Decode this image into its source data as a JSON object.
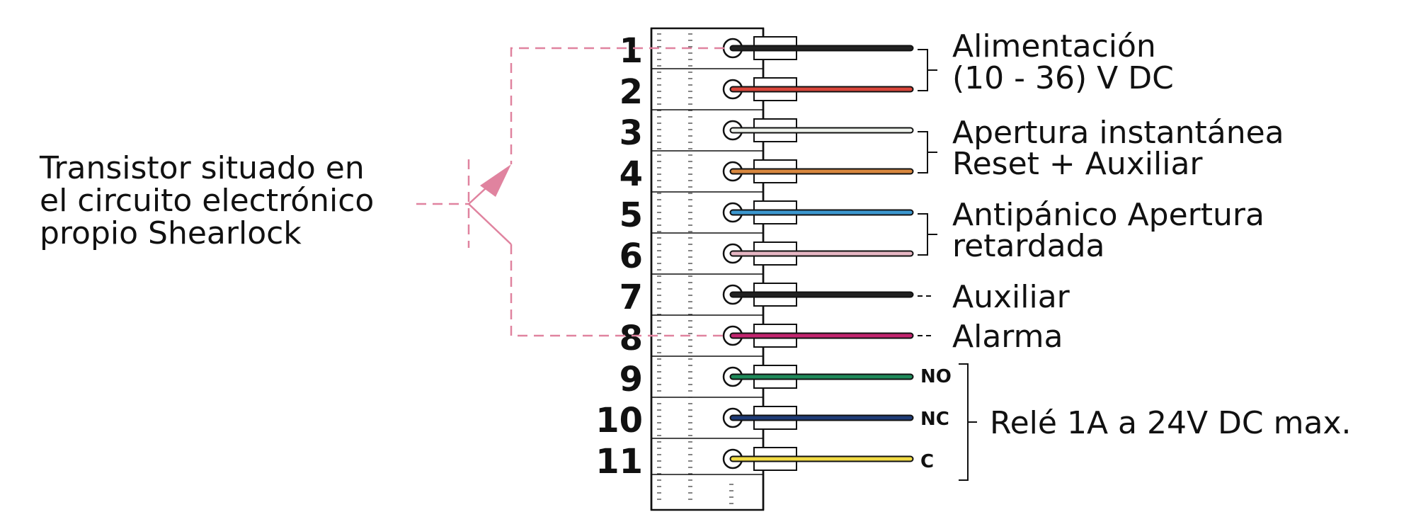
{
  "terminal_block": {
    "numbers": [
      "1",
      "2",
      "3",
      "4",
      "5",
      "6",
      "7",
      "8",
      "9",
      "10",
      "11"
    ],
    "wire_colors": [
      "#222222",
      "#d9463a",
      "#eef2ec",
      "#d8873e",
      "#3b97cf",
      "#e6b6c3",
      "#222222",
      "#c2246e",
      "#1f8a5a",
      "#1f3c77",
      "#f2dc45"
    ]
  },
  "transistor": {
    "label_lines": [
      "Transistor situado en",
      "el circuito electrónico",
      "propio Shearlock"
    ],
    "color": "#e0839f"
  },
  "groups": [
    {
      "lines": [
        "Alimentación",
        "(10 - 36) V DC"
      ]
    },
    {
      "lines": [
        "Apertura instantánea",
        "Reset + Auxiliar"
      ]
    },
    {
      "lines": [
        "Antipánico Apertura",
        "retardada"
      ]
    }
  ],
  "singles": [
    "Auxiliar",
    "Alarma"
  ],
  "relay": {
    "contacts": [
      "NO",
      "NC",
      "C"
    ],
    "label": "Relé 1A a 24V DC max."
  }
}
